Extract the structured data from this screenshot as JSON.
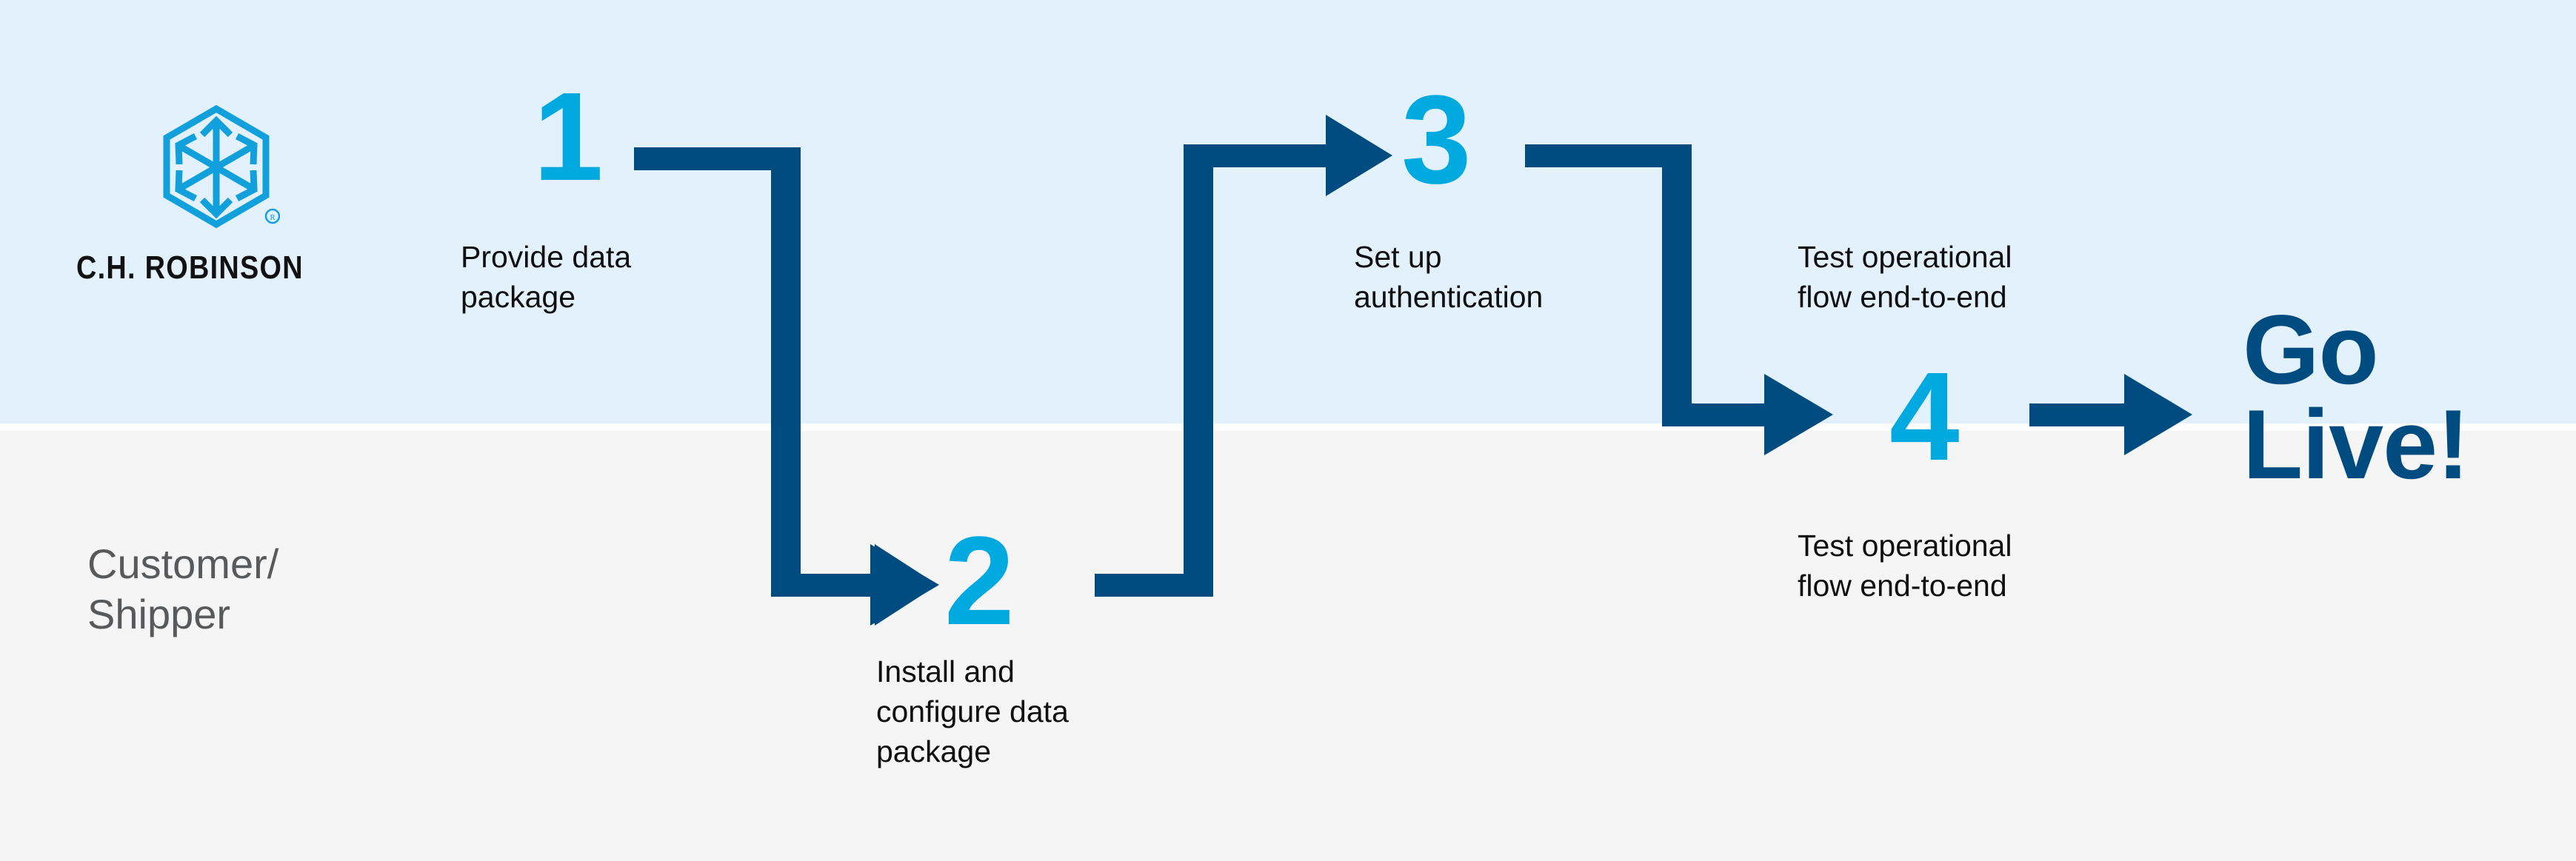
{
  "colors": {
    "band_top": "#e2f1fb",
    "band_bottom": "#f5f5f5",
    "accent_cyan": "#00a9e0",
    "navy": "#004b7f",
    "label_text": "#0f0f0f",
    "lane_text": "#58595b"
  },
  "brand": {
    "wordmark": "C.H. ROBINSON",
    "logo_icon": "chrobinson-hexagon-logo",
    "registered_mark": "®"
  },
  "lane": {
    "label": "Customer/\nShipper",
    "label_line1": "Customer/",
    "label_line2": "Shipper"
  },
  "steps": [
    {
      "number": "1",
      "label": "Provide data\npackage",
      "label_line1": "Provide data",
      "label_line2": "package",
      "lane": "top"
    },
    {
      "number": "2",
      "label": "Install and\nconfigure data\npackage",
      "label_line1": "Install and",
      "label_line2": "configure data",
      "label_line3": "package",
      "lane": "bottom"
    },
    {
      "number": "3",
      "label": "Set up\nauthentication",
      "label_line1": "Set up",
      "label_line2": "authentication",
      "lane": "top"
    },
    {
      "number": "4",
      "label": "Test operational\nflow end-to-end",
      "label_line1": "Test operational",
      "label_line2": "flow end-to-end",
      "lane": "bottom"
    }
  ],
  "annotations": {
    "top_right_note": "Test operational\nflow end-to-end",
    "top_right_note_line1": "Test operational",
    "top_right_note_line2": "flow end-to-end"
  },
  "outcome": {
    "line1": "Go",
    "line2": "Live!"
  },
  "connectors": [
    {
      "name": "step1-to-step2",
      "from": "1",
      "to": "2",
      "shape": "down-right-arrow"
    },
    {
      "name": "step2-to-step3",
      "from": "2",
      "to": "3",
      "shape": "up-right-arrow"
    },
    {
      "name": "step3-to-step4",
      "from": "3",
      "to": "4",
      "shape": "down-right-arrow"
    },
    {
      "name": "step4-to-golive",
      "from": "4",
      "to": "Go Live!",
      "shape": "right-arrow"
    }
  ]
}
